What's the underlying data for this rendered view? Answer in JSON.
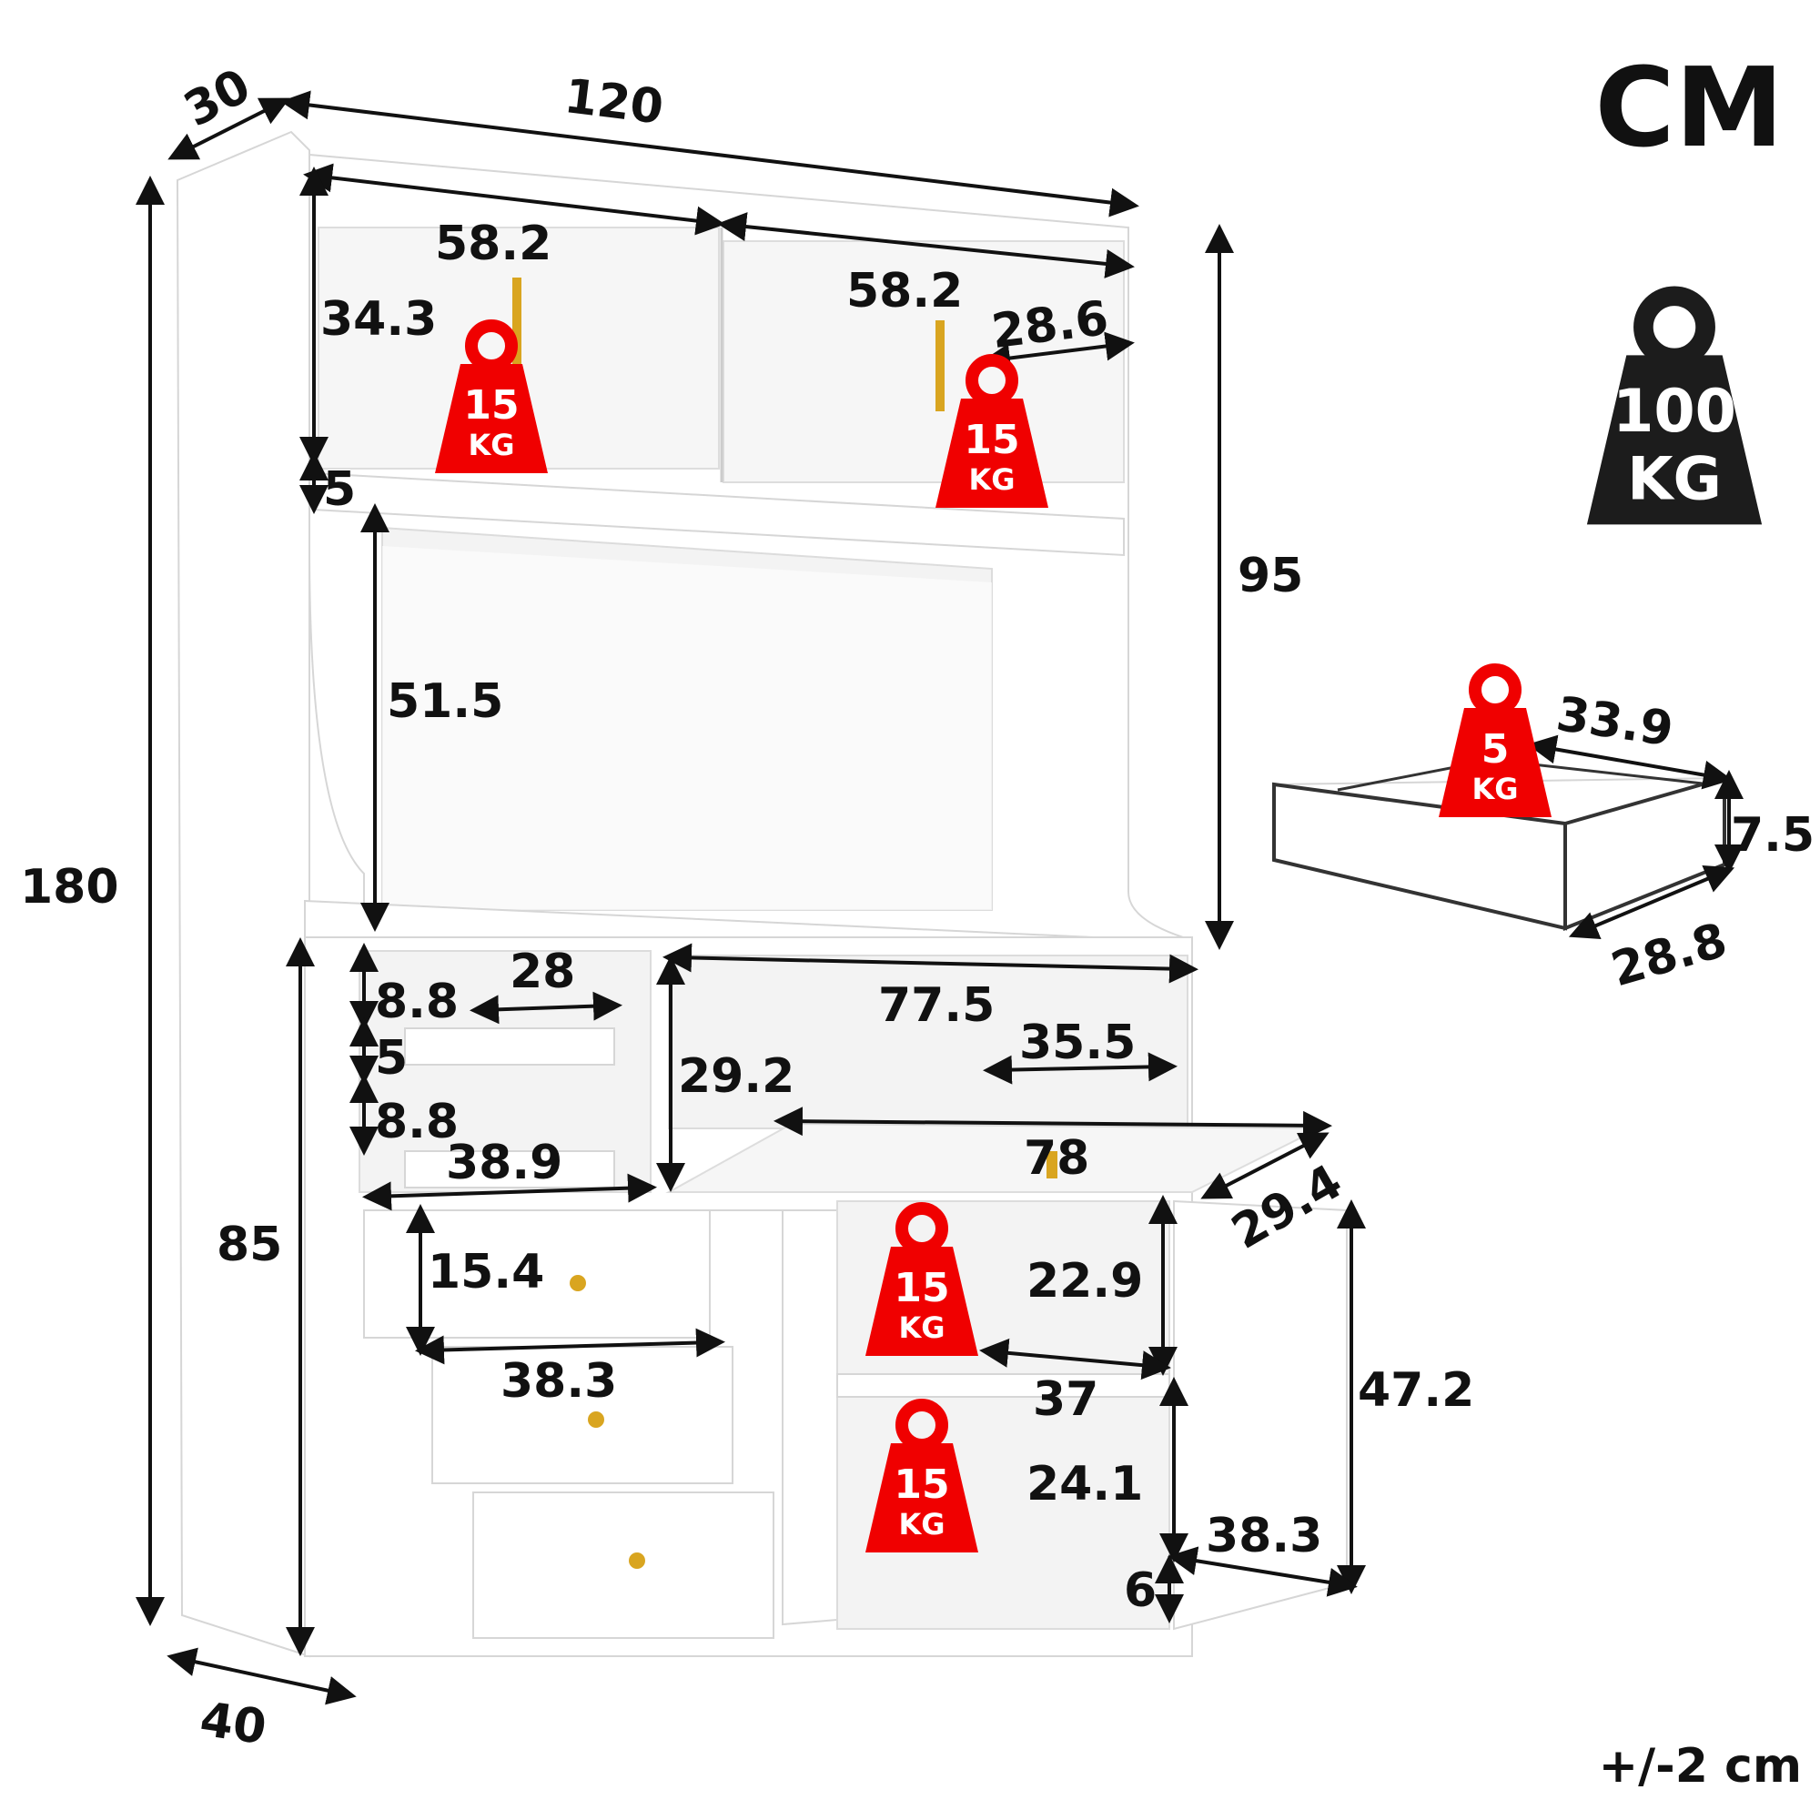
{
  "unit_label": "CM",
  "tolerance": "+/-2 cm",
  "colors": {
    "weight_red": "#f00000",
    "weight_black": "#1c1c1c",
    "gold": "#d9a520",
    "line": "#111111"
  },
  "icons": [
    "weight-icon",
    "drawer-icon",
    "cabinet-illustration"
  ],
  "max_load": {
    "value": "100",
    "unit": "KG"
  },
  "weights": {
    "upper_left": {
      "value": "15",
      "unit": "KG"
    },
    "upper_right": {
      "value": "15",
      "unit": "KG"
    },
    "lower_top": {
      "value": "15",
      "unit": "KG"
    },
    "lower_bottom": {
      "value": "15",
      "unit": "KG"
    },
    "drawer": {
      "value": "5",
      "unit": "KG"
    }
  },
  "dimensions": {
    "depth_top": "30",
    "width_total": "120",
    "upper_door_left_width": "58.2",
    "upper_door_right_width": "58.2",
    "upper_inner_depth": "28.6",
    "upper_height": "34.3",
    "upper_gap": "5",
    "open_shelf_height": "51.5",
    "hutch_height": "95",
    "total_height": "180",
    "base_height": "85",
    "wine_width": "28",
    "wine_slot_top": "8.8",
    "wine_gap": "5",
    "wine_slot_bottom": "8.8",
    "wine_section_width": "38.9",
    "microwave_width": "77.5",
    "microwave_height": "29.2",
    "microwave_depth": "35.5",
    "flip_door_width": "78",
    "flip_door_depth": "29.4",
    "drawer_height": "15.4",
    "drawer_width": "38.3",
    "shelf_top_height": "22.9",
    "shelf_width": "37",
    "shelf_bottom_height": "24.1",
    "cabinet_door_height": "47.2",
    "cabinet_door_width": "38.3",
    "bottom_gap": "6",
    "base_depth": "40",
    "drawer_detail_width": "33.9",
    "drawer_detail_height": "7.5",
    "drawer_detail_depth": "28.8"
  }
}
